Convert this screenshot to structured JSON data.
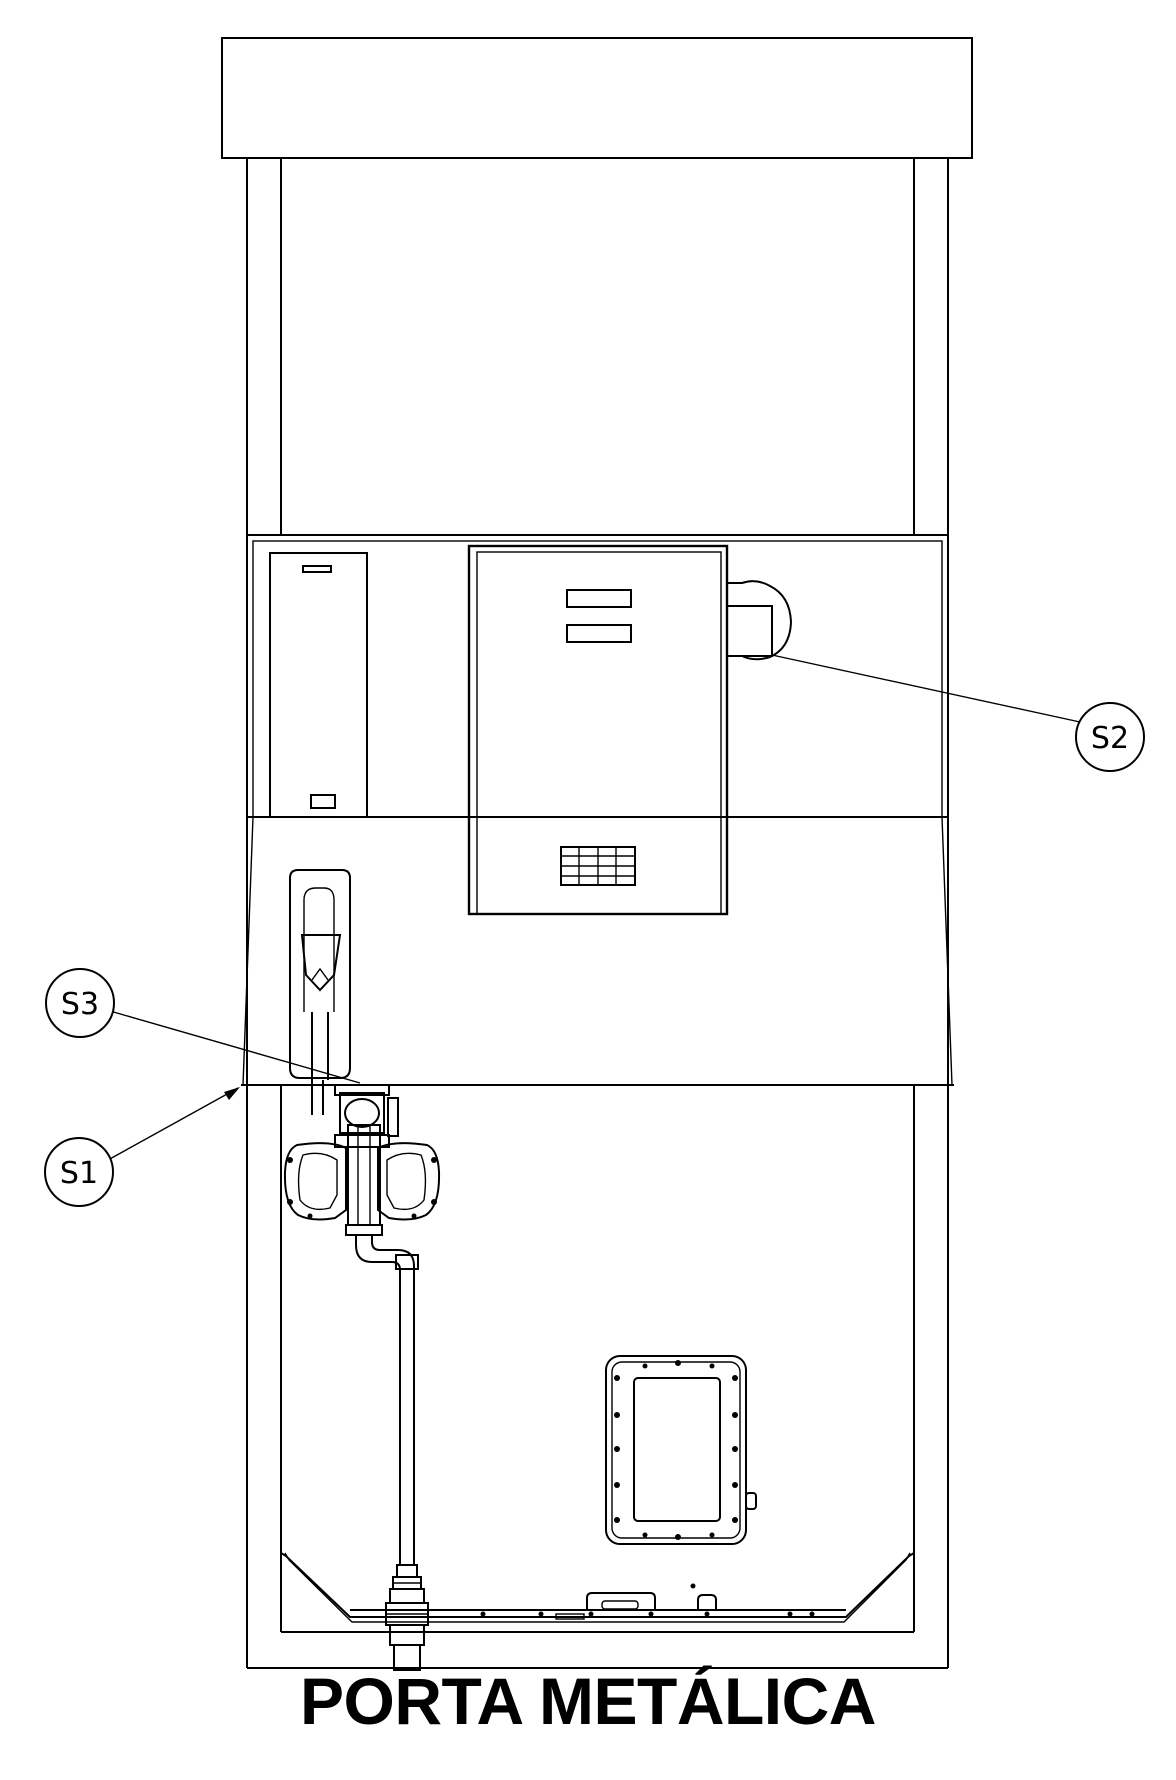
{
  "caption": "PORTA METÁLICA",
  "callouts": {
    "s1": "S1",
    "s2": "S2",
    "s3": "S3"
  }
}
